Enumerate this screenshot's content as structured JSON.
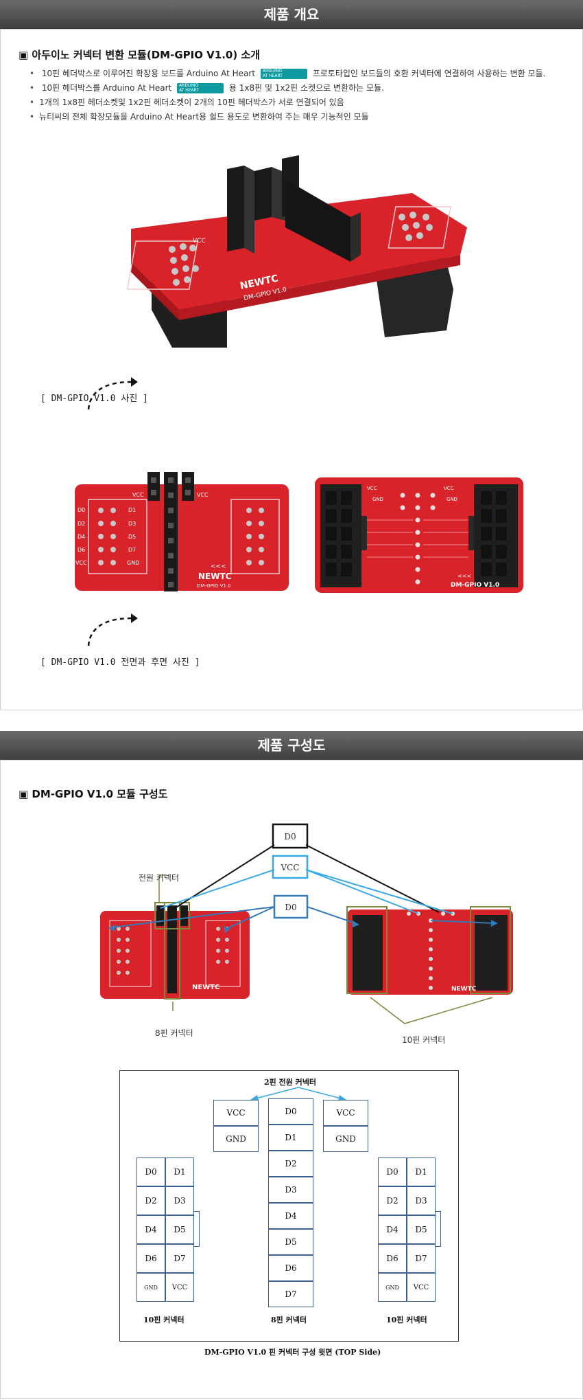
{
  "overview": {
    "banner": "제품 개요",
    "title": "▣ 아두이노 커넥터 변환 모듈(DM-GPIO V1.0) 소개",
    "bullets": [
      {
        "before": "10핀 헤더박스로 이루어진 확장용 보드를 Arduino At Heart",
        "after": "프로토타입인 보드들의 호환 커넥터에 연결하여 사용하는 변환 모듈."
      },
      {
        "before": "10핀 헤더박스를 Arduino At Heart",
        "after": "용 1x8핀 및 1x2핀 소켓으로 변환하는 모듈."
      },
      {
        "before": "1개의 1x8핀 헤더소켓및 1x2핀 헤더소켓이 2개의 10핀 헤더박스가 서로 연결되어 있음",
        "after": ""
      },
      {
        "before": "뉴티씨의 전체 확장모듈을 Arduino At Heart용 쉴드 용도로 변환하여 주는 매우 기능적인 모듈",
        "after": ""
      }
    ],
    "logo": {
      "line1": "ARDUINO",
      "line2": "AT HEART"
    },
    "caption1": "[ DM-GPIO V1.0 사진 ]",
    "caption2": "[ DM-GPIO V1.0 전면과 후면 사진 ]",
    "board_labels": {
      "left_pins": [
        "D0",
        "D2",
        "D4",
        "D6",
        "VCC"
      ],
      "right_pins": [
        "D1",
        "D3",
        "D5",
        "D7",
        "GND"
      ],
      "vcc": "VCC",
      "gnd": "GND",
      "brand": "NEWTC",
      "model": "DM-GPIO V1.0",
      "chevrons": "<<<"
    }
  },
  "composition": {
    "banner": "제품 구성도",
    "title": "▣ DM-GPIO V1.0 모듈 구성도",
    "photo_labels": {
      "d0_top": "D0",
      "vcc": "VCC",
      "d0_mid": "D0",
      "power_connector": "전원 커넥터",
      "pin8_connector": "8핀 커넥터",
      "pin10_connector": "10핀 커넥터"
    },
    "diagram": {
      "power_title": "2핀 전원 커넥터",
      "power_left": [
        "VCC",
        "GND"
      ],
      "power_right": [
        "VCC",
        "GND"
      ],
      "pin8": [
        "D0",
        "D1",
        "D2",
        "D3",
        "D4",
        "D5",
        "D6",
        "D7"
      ],
      "pin10_rows": [
        [
          "D0",
          "D1"
        ],
        [
          "D2",
          "D3"
        ],
        [
          "D4",
          "D5"
        ],
        [
          "D6",
          "D7"
        ],
        [
          "GND",
          "VCC"
        ]
      ],
      "label_10_left": "10핀 커넥터",
      "label_8": "8핀 커넥터",
      "label_10_right": "10핀 커넥터",
      "caption": "DM-GPIO V1.0 핀 커넥터 구성 윗면 (TOP Side)"
    }
  }
}
